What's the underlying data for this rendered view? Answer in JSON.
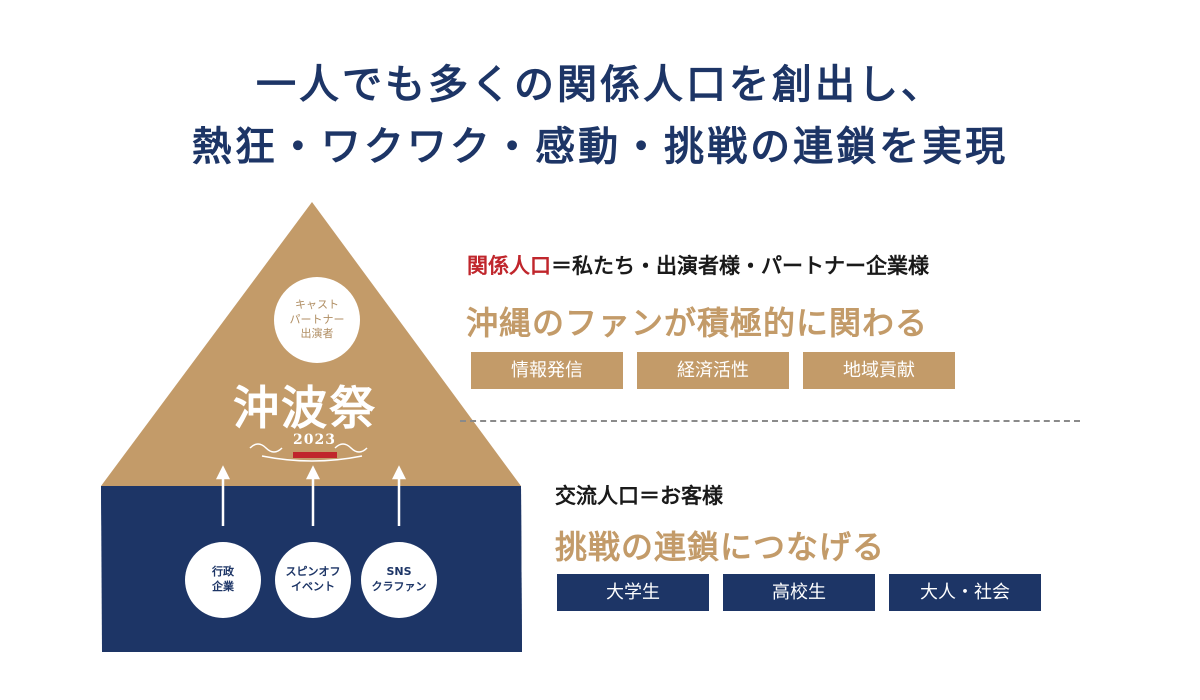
{
  "headline": {
    "line1": "一人でも多くの関係人口を創出し、",
    "line2": "熱狂・ワクワク・感動・挑戦の連鎖を実現"
  },
  "pyramid": {
    "top_circle": [
      "キャスト",
      "パートナー",
      "出演者"
    ],
    "logo_main": "沖波祭",
    "logo_year": "2023",
    "bottom_circles": [
      {
        "lines": [
          "行政",
          "企業"
        ]
      },
      {
        "lines": [
          "スピンオフ",
          "イベント"
        ]
      },
      {
        "lines": [
          "SNS",
          "クラファン"
        ]
      }
    ],
    "colors": {
      "tan": "#c39b69",
      "navy": "#1d3566"
    }
  },
  "section1": {
    "highlight": "関係人口",
    "rest": "＝私たち・出演者様・パートナー企業様",
    "big": "沖縄のファンが積極的に関わる",
    "tags": [
      "情報発信",
      "経済活性",
      "地域貢献"
    ]
  },
  "section2": {
    "heading": "交流人口＝お客様",
    "big": "挑戦の連鎖につなげる",
    "tags": [
      "大学生",
      "高校生",
      "大人・社会"
    ]
  },
  "colors": {
    "navy": "#1d3566",
    "tan": "#c39b69",
    "red": "#c0262c"
  }
}
